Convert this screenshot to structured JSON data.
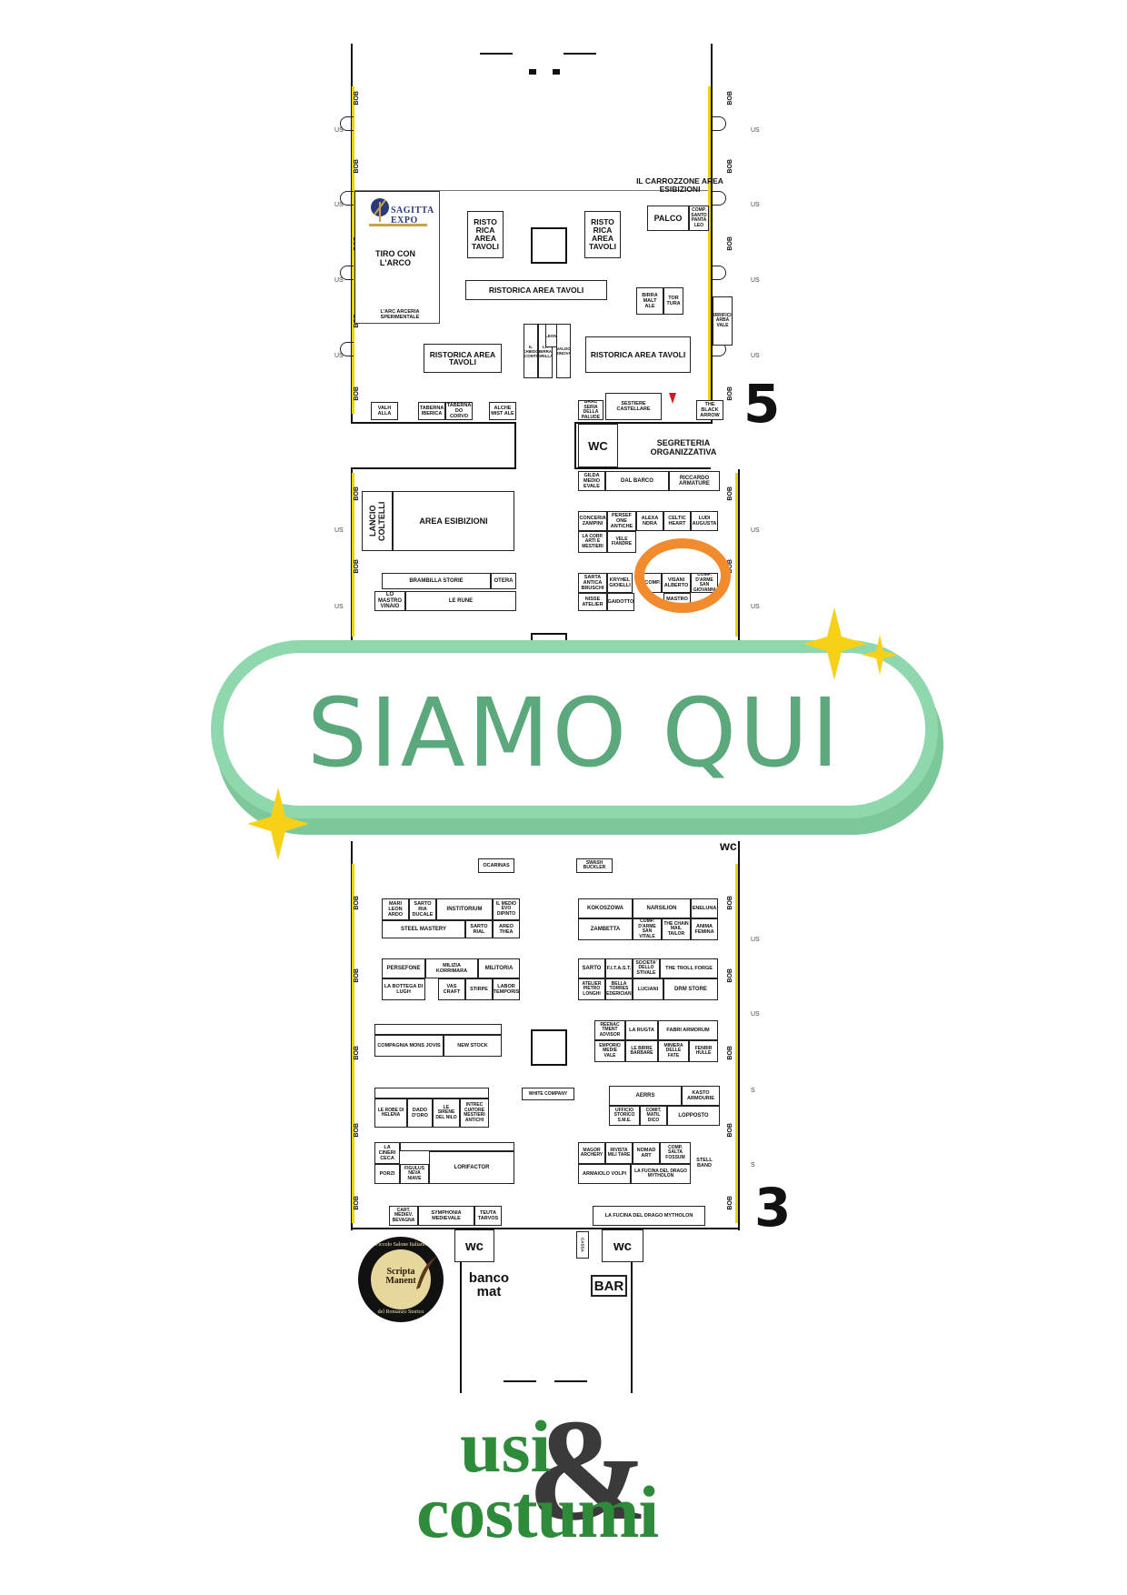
{
  "hall_numbers": {
    "top": "5",
    "bottom": "3"
  },
  "markers": {
    "bob": "BOB",
    "us": "US",
    "wc": "wc",
    "s": "S"
  },
  "banner": {
    "text": "SIAMO QUI",
    "color": "#5aa87b",
    "border_color": "#8fd8ad"
  },
  "highlight": {
    "color": "#f28a2e",
    "stand": "visani-alberto"
  },
  "logos": {
    "sagitta": "SAGITTA EXPO",
    "scripta_center": "Scripta Manent",
    "scripta_top": "Piccolo Salone Italiano",
    "scripta_bottom": "del Romanzo Storico",
    "event_line1": "usi",
    "event_amp": "&",
    "event_line2": "costumi"
  },
  "hall5": {
    "carrozzone": "IL CARROZZONE AREA ESIBIZIONI",
    "palco": "PALCO",
    "comp_santo": "COMP. SANTO PANTA LEO",
    "tiro_arco": "TIRO CON L'ARCO",
    "arceria": "L'ARC ARCERIA SPERIMENTALE",
    "ristorica_1": "RISTO RICA AREA TAVOLI",
    "ristorica_2": "RISTO RICA AREA TAVOLI",
    "ristorica_3": "RISTORICA AREA TAVOLI",
    "ristorica_4": "RISTORICA AREA TAVOLI",
    "ristorica_5": "RISTORICA AREA TAVOLI",
    "birra_1": "BIRRA MALT ALE",
    "birra_2": "TOR TURA",
    "birra_3": "BIRRIFICIO ARBA VALE",
    "centre_1": "IL CHIEDO CONTI",
    "centre_2": "LA BIRRA GRILLA",
    "centre_3": "LEONI",
    "centre_4": "VALDO RINOVA",
    "valhalla": "VALH ALLA",
    "taberna_1": "TABERNA IBERICA",
    "taberna_2": "TABERNA DO CORVO",
    "alchemistale": "ALCHE MIST ALE",
    "braceria": "BRAC SERIA DELLA PALUDE",
    "sestiere": "SESTIERE CASTELLARE",
    "black_arrow": "THE BLACK ARROW",
    "wc": "WC",
    "segreteria": "SEGRETERIA ORGANIZZATIVA"
  },
  "hall4": {
    "lancio": "LANCIO COLTELLI",
    "area_esibizioni": "AREA ESIBIZIONI",
    "brambilla": "BRAMBILLA STORIE",
    "otera": "OTERA",
    "mastro_vinaio": "LO MASTRO VINAIO",
    "le_rune": "LE RUNE",
    "gilda": "GILDA MEDIO EVALE",
    "dal_barco": "DAL BARCO",
    "riccardo": "RICCARDO ARMATURE",
    "conceria": "CONCERIA ZAMPINI",
    "persefone": "PERSEF ONE ANTICHE",
    "alexa": "ALEXA NDRA",
    "celtic": "CELTIC HEART",
    "ludi": "LUDI AUGUSTA",
    "corporazione": "LA CORP. ARTI E MESTIERI",
    "vele": "VELE FIANDRE",
    "sarta": "SARTA ANTICA BRUSCHI",
    "kryhel": "KRYHEL GIOIELLI",
    "comp": "COMP.",
    "visani": "VISANI ALBERTO",
    "comp_arme": "COMP. D'ARME SAN GIOVANNI",
    "nisse": "NISSE ATELIER",
    "gaidotto": "GAIDOTTO",
    "mastro": "MASTRO"
  },
  "hall3": {
    "ocarinas": "OCARINAS",
    "swash": "SWASH BUCKLER",
    "marileonardo": "MARI LEON ARDO",
    "sartoria_ducale": "SARTO RIA DUCALE",
    "institorium": "INSTITORIUM",
    "medioevo": "IL MEDIO EVO DIPINTO",
    "steel_mastery": "STEEL MASTERY",
    "sartorial": "SARTO RIAL",
    "areothea": "AREO THEA",
    "kokoszowa": "KOKOSZOWA",
    "narsilion": "NARSILION",
    "eneluna": "ENELUNA",
    "zambetta": "ZAMBETTA",
    "comp_vitale": "COMP. D'ARME SAN VITALE",
    "chain_mail": "THE CHAIN MAIL TAILOR",
    "anima_femina": "ANIMA FEMINA",
    "persefone": "PERSEFONE",
    "milizia": "MILIZIA KORRIMARA",
    "militoria": "MILITORIA",
    "bottega_lugh": "LA BOTTEGA DI LUGH",
    "vas_craft": "VAS CRAFT",
    "stirpe": "STIRPE",
    "labor": "LABOR TEMPORIS",
    "sarto": "SARTO",
    "fitast": "F.I.T.A.S.T.",
    "societa": "SOCIETA' DELLO STIVALE",
    "troll_forge": "THE TROLL FORGE",
    "atelier_pietro": "ATELIER PIETRO LONGHI",
    "bella_torres": "BELLA TORRES FEDERICIANE",
    "luciani": "LUCIANI",
    "drm_store": "DRM STORE",
    "reenactment": "REENAC TMENT ADVISOR",
    "la_rugta": "LA RUGTA",
    "fabri": "FABRI ARMORUM",
    "emporio": "EMPORIO MEDIE VALE",
    "le_birre": "LE BIRRE BARBARE",
    "miniera": "MINIERA DELLE FATE",
    "fenrir": "FENRIR HULLE",
    "compagnia": "COMPAGNIA MONS JOVIS",
    "new_stock": "NEW STOCK",
    "white_company": "WHITE COMPANY",
    "aerrs": "AERRS",
    "kasto": "KASTO ARMOURIE",
    "ufficio": "UFFICIO STORICO S.M.E.",
    "comit": "COMIT. MATIL DICO",
    "lopposto": "LOPPOSTO",
    "robe_elena": "LE ROBE DI HELENA",
    "dado_doro": "DADO D'ORO",
    "sirene": "LE SIRENE DEL NILO",
    "intrecciatore": "INTREC CIATORE MESTIERI ANTICHI",
    "cinericeca": "LA CINERI CECA",
    "porzi": "PORZI",
    "figulus": "FIGULUS NEVA NIAVE",
    "lorifactor": "LORIFACTOR",
    "magor": "MAGOR ARCHERY",
    "rivista": "RIVISTA MILI TARE",
    "nomad_art": "NOMAD ART",
    "comp_sala": "COMP. SALTA FOSSUM",
    "armaiolo": "ARMAIOLO VOLPI",
    "fucina_mytholon": "LA FUCINA DEL DRAGO MYTHOLON",
    "steel_band": "STELL BAND",
    "cart_medievale": "CART. MEDIEV. BEVAGNA",
    "symphonia": "SYMPHONIA MEDIEVALE",
    "teutatarvos": "TEUTA TARVOS",
    "fucina_bottom": "LA FUCINA DEL DRAGO MYTHOLON",
    "wc_left": "wc",
    "wc_right": "wc",
    "bancomat": "banco mat",
    "bar": "BAR",
    "cassa": "CASSA"
  }
}
